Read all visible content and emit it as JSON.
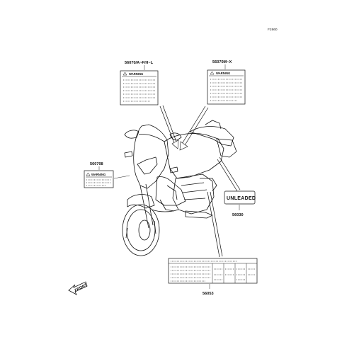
{
  "figure_number": "F2660",
  "parts": [
    {
      "id": "label-upper-left",
      "number": "56070/A~F/H~L"
    },
    {
      "id": "label-upper-right",
      "number": "56070M~X"
    },
    {
      "id": "label-left",
      "number": "560708"
    },
    {
      "id": "label-fuel",
      "number": "56030"
    },
    {
      "id": "label-bottom",
      "number": "56053"
    }
  ],
  "labels": {
    "warning_text": "WARNING",
    "unleaded_text": "UNLEADED",
    "front_text": "FRONT"
  },
  "colors": {
    "line": "#111111",
    "background": "#ffffff"
  }
}
